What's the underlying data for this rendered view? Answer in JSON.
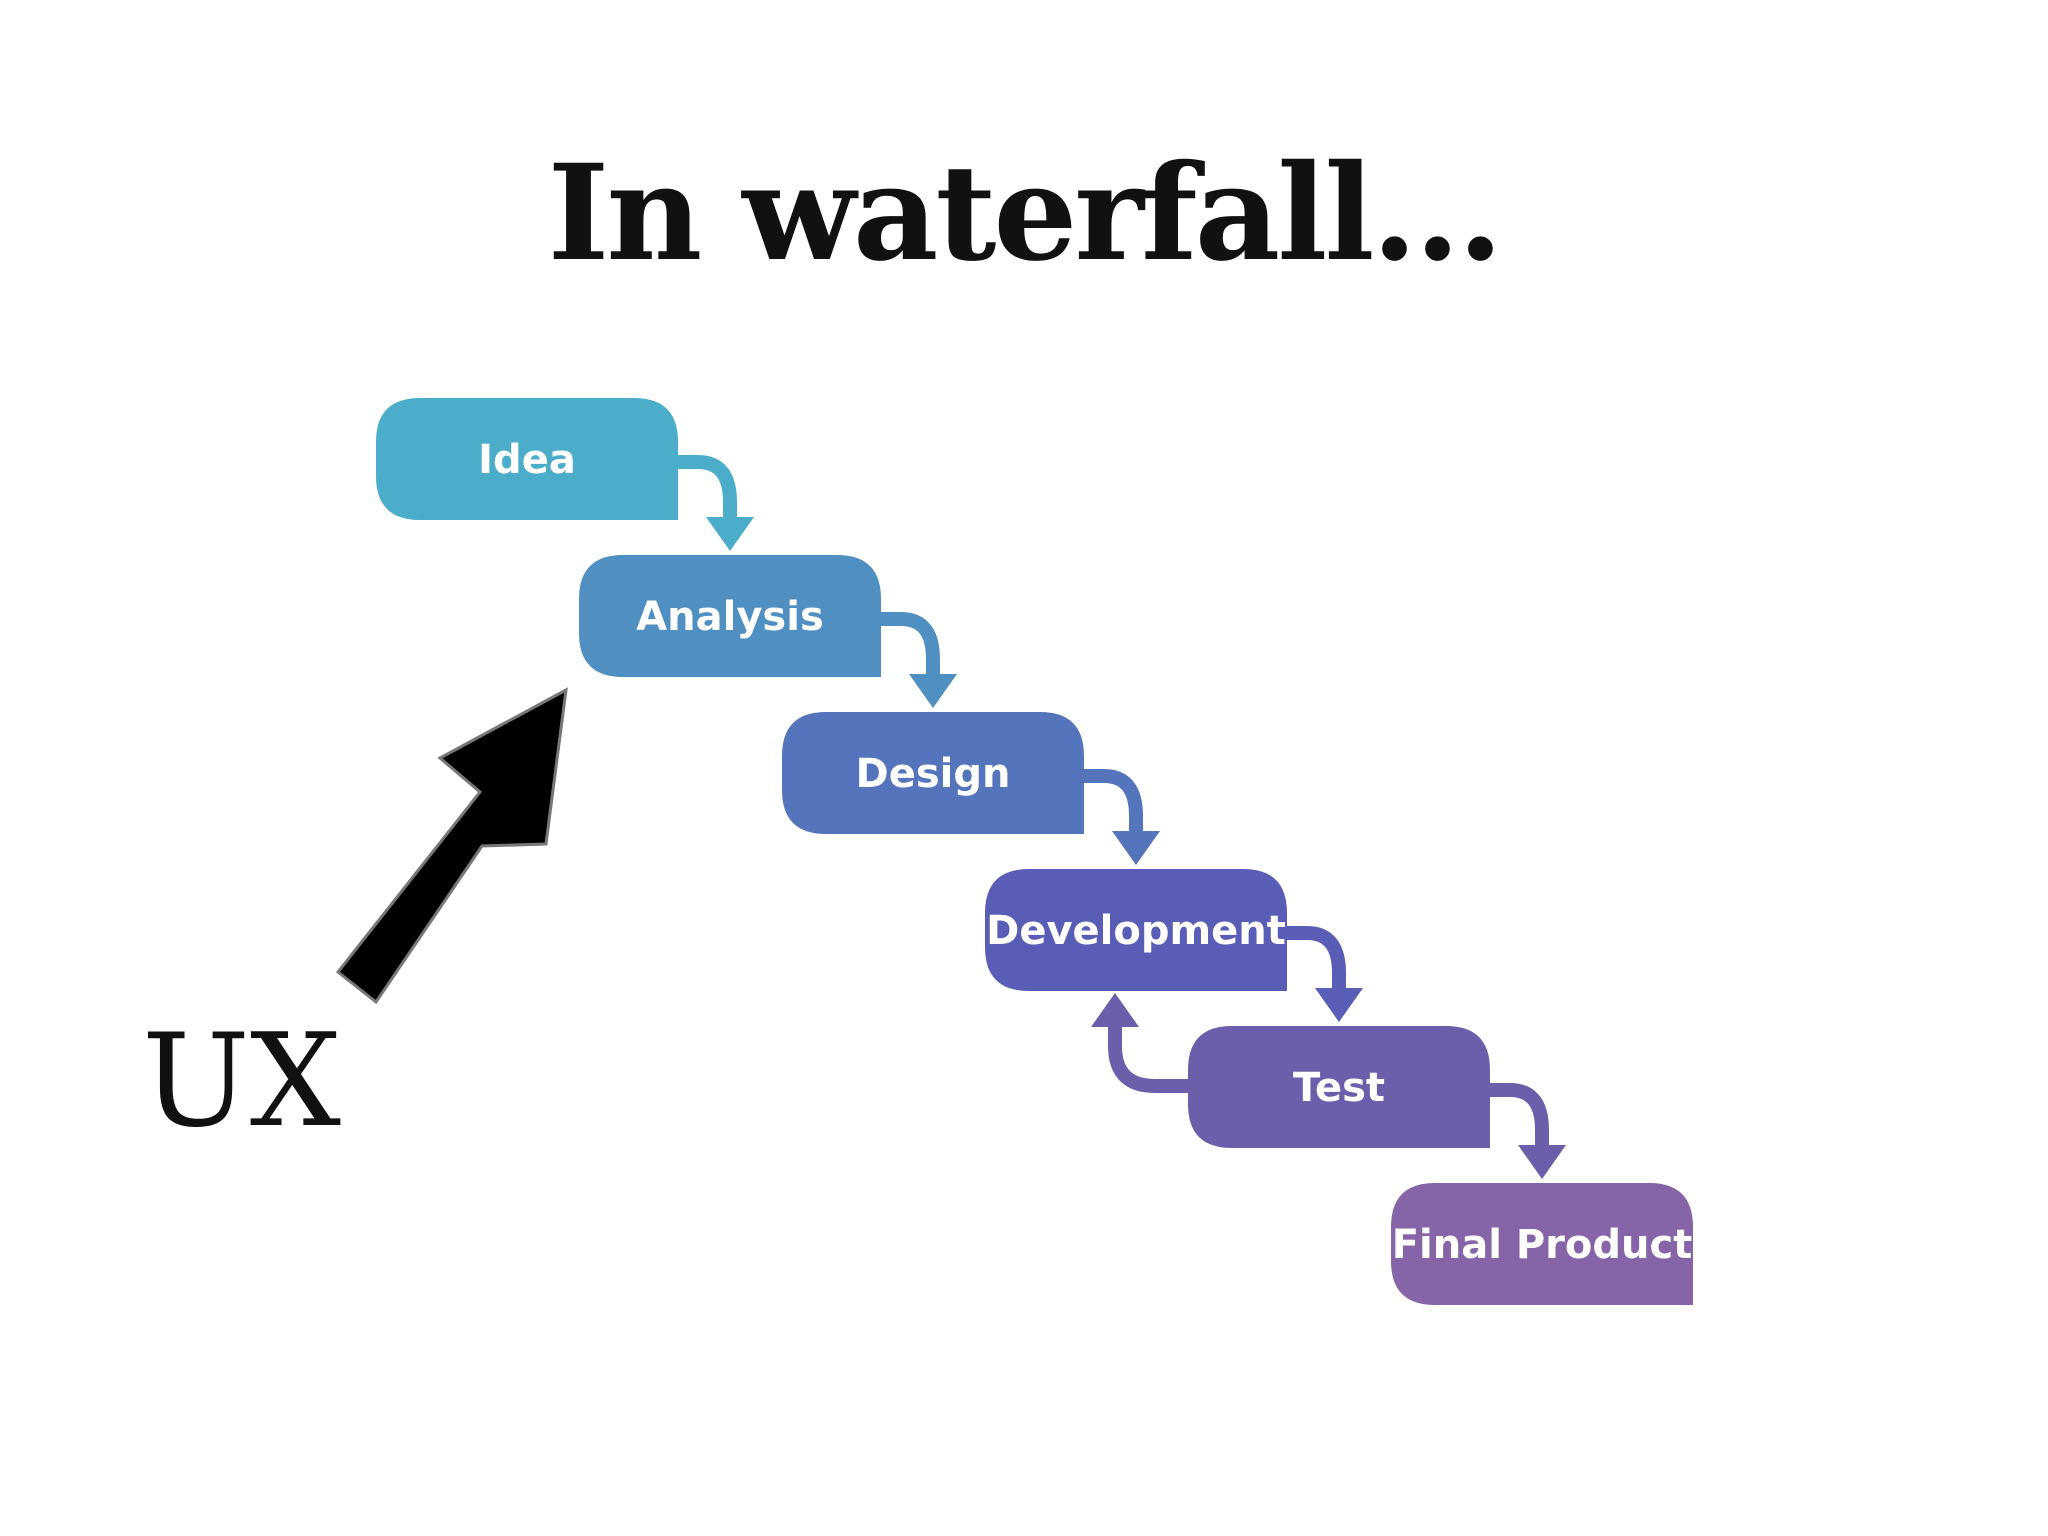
{
  "title": "In waterfall...",
  "ux_label": "UX",
  "stages": [
    {
      "label": "Idea",
      "color": "#4BADCA"
    },
    {
      "label": "Analysis",
      "color": "#4F8FC1"
    },
    {
      "label": "Design",
      "color": "#5474BC"
    },
    {
      "label": "Development",
      "color": "#5A5DB6"
    },
    {
      "label": "Test",
      "color": "#6C5EAB"
    },
    {
      "label": "Final Product",
      "color": "#8664A8"
    }
  ],
  "pointer_arrow_color": "#000000",
  "title_color": "#111111"
}
